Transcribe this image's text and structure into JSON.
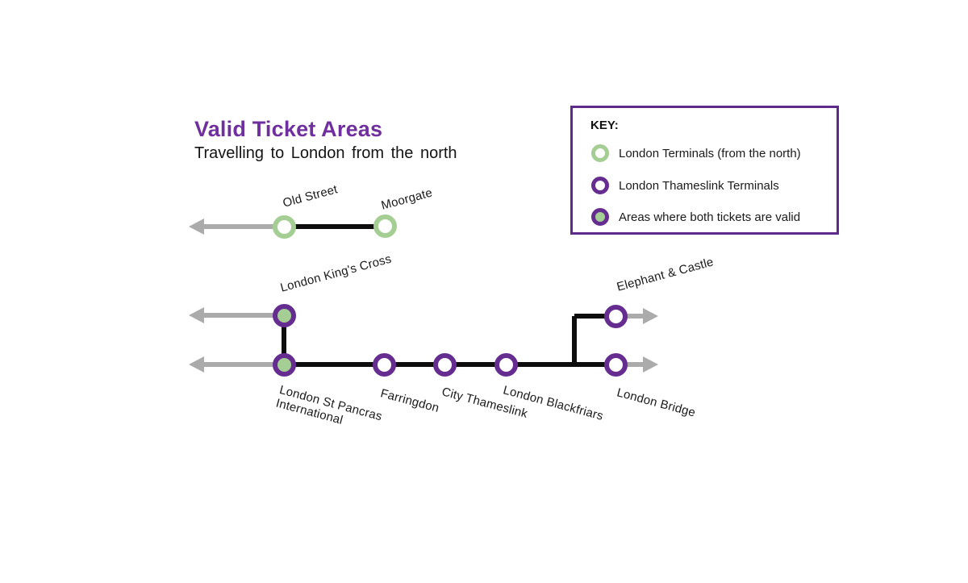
{
  "title": "Valid Ticket Areas",
  "subtitle": "Travelling to London from the north",
  "colors": {
    "title_purple": "#702f9e",
    "line_purple": "#662d91",
    "terminal_green": "#a5ce94",
    "arrow_gray": "#ababab",
    "track_black": "#0d0d0d"
  },
  "key": {
    "title": "KEY:",
    "items": [
      {
        "icon": "green-ring-icon",
        "label": "London Terminals (from the north)"
      },
      {
        "icon": "purple-ring-icon",
        "label": "London Thameslink Terminals"
      },
      {
        "icon": "purple-green-ring-icon",
        "label": "Areas where both tickets are valid"
      }
    ]
  },
  "stations": {
    "old_street": {
      "label": "Old Street",
      "type": "london-terminal"
    },
    "moorgate": {
      "label": "Moorgate",
      "type": "london-terminal"
    },
    "kings_cross": {
      "label": "London King's Cross",
      "type": "both-valid"
    },
    "st_pancras": {
      "label": "London St Pancras\nInternational",
      "type": "both-valid"
    },
    "farringdon": {
      "label": "Farringdon",
      "type": "thameslink"
    },
    "city_thameslink": {
      "label": "City Thameslink",
      "type": "thameslink"
    },
    "blackfriars": {
      "label": "London Blackfriars",
      "type": "thameslink"
    },
    "elephant_castle": {
      "label": "Elephant & Castle",
      "type": "thameslink"
    },
    "london_bridge": {
      "label": "London Bridge",
      "type": "thameslink"
    }
  }
}
